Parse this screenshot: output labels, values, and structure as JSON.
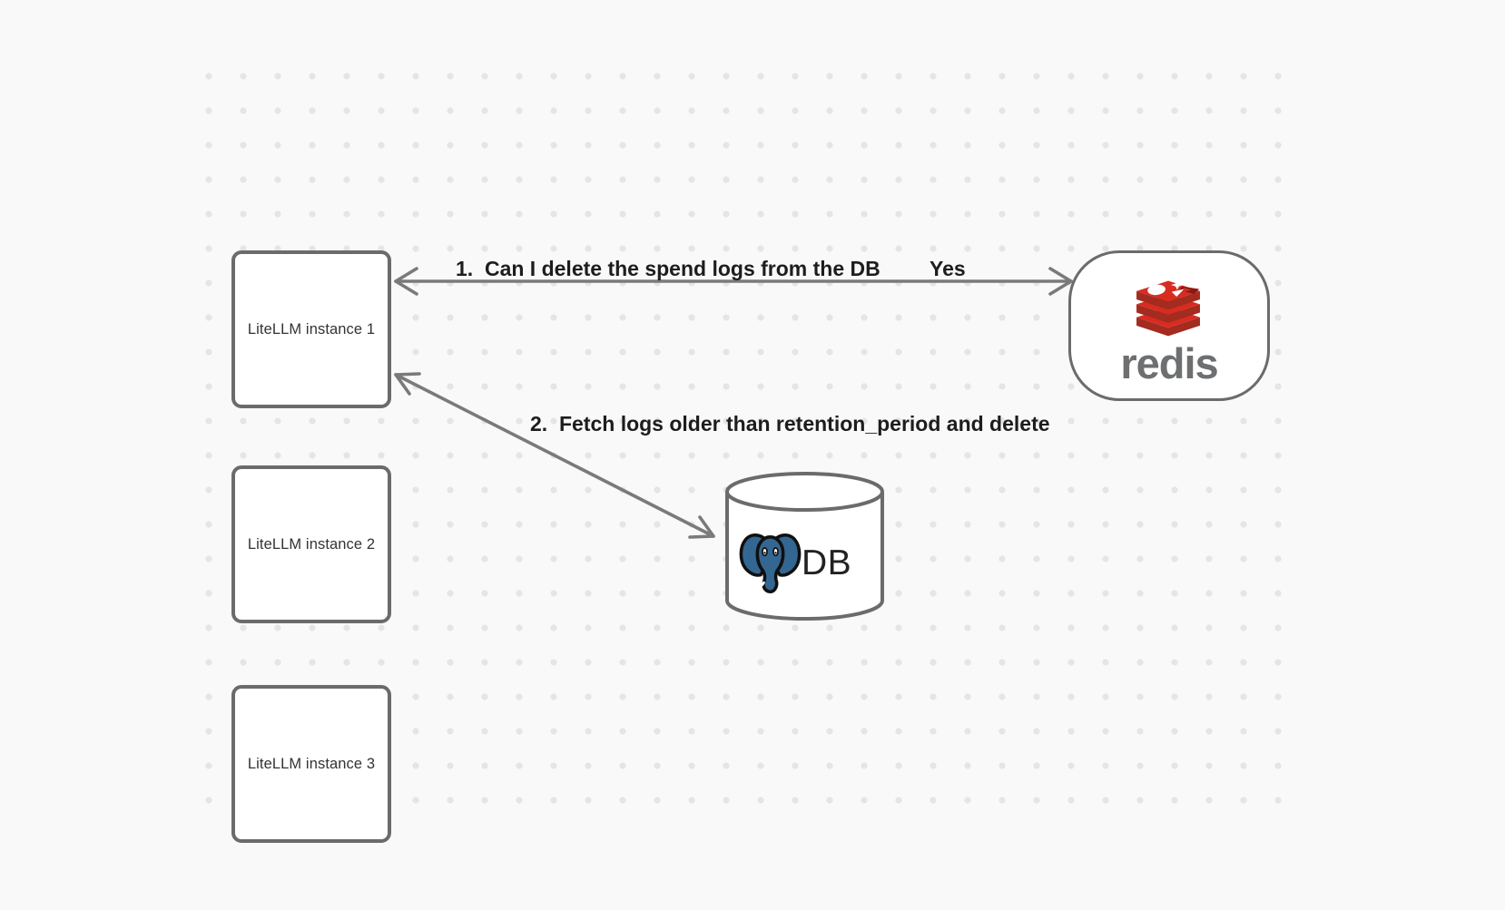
{
  "diagram": {
    "background_color": "#f9f9f9",
    "dot_color": "#e5e5e5",
    "node_border_color": "#6b6b6b",
    "arrow_color": "#7a7a7a",
    "label_text_color": "#1d1d1d",
    "instances": [
      {
        "label": "LiteLLM instance 1"
      },
      {
        "label": "LiteLLM instance 2"
      },
      {
        "label": "LiteLLM instance 3"
      }
    ],
    "redis_node": {
      "wordmark": "redis",
      "logo_icon": "redis-cube-stack-icon",
      "brand_red": "#d82c20",
      "brand_red_dark": "#a32b1f",
      "wordmark_color": "#6d6f71"
    },
    "db_node": {
      "label": "DB",
      "logo_icon": "postgresql-elephant-icon",
      "postgres_blue": "#336791"
    },
    "arrows": [
      {
        "label": "1.  Can I delete the spend logs from the DB",
        "answer": "Yes",
        "direction": "bidirectional"
      },
      {
        "label": "2.  Fetch logs older than retention_period and delete",
        "direction": "bidirectional"
      }
    ]
  }
}
